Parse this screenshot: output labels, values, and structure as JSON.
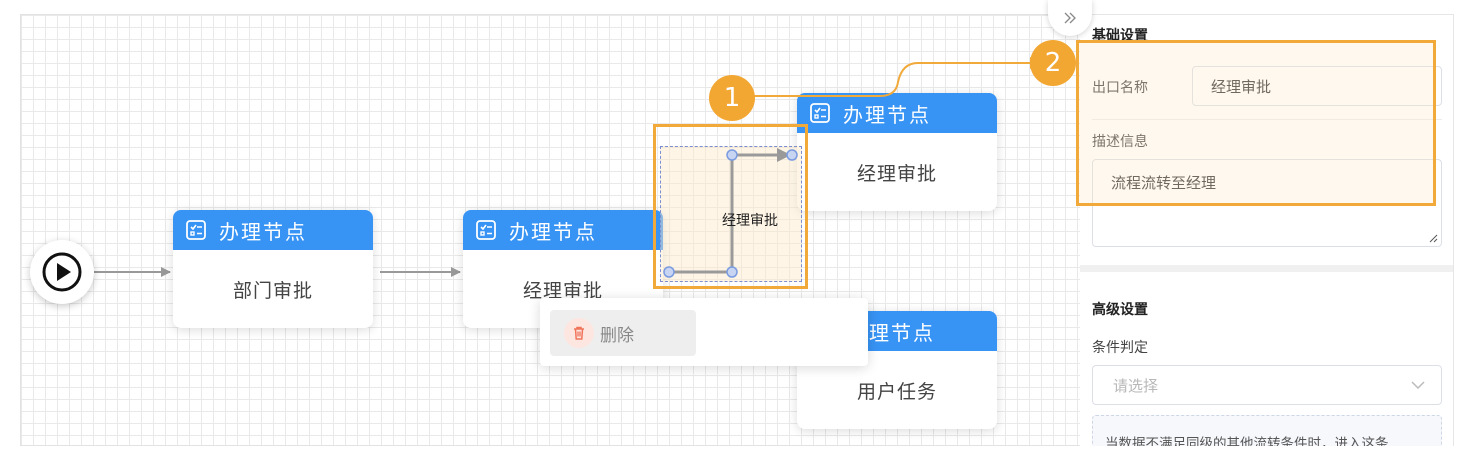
{
  "canvas": {
    "nodes": [
      {
        "id": "dept",
        "header": "办理节点",
        "body": "部门审批"
      },
      {
        "id": "mgr",
        "header": "办理节点",
        "body": "经理审批"
      },
      {
        "id": "mgr2",
        "header": "办理节点",
        "body": "经理审批"
      },
      {
        "id": "user",
        "header": "理节点",
        "body": "用户任务"
      }
    ],
    "edge_label": "经理审批",
    "context_menu": {
      "delete_label": "删除"
    },
    "badges": [
      "1",
      "2"
    ]
  },
  "panel": {
    "collapse_icon": "double-chevron-right-icon",
    "basic": {
      "title": "基础设置",
      "outlet_name_label": "出口名称",
      "outlet_name_value": "经理审批",
      "description_label": "描述信息",
      "description_value": "流程流转至经理"
    },
    "advanced": {
      "title": "高级设置",
      "condition_label": "条件判定",
      "condition_placeholder": "请选择",
      "hint": "当数据不满足同级的其他流转条件时，进入这条"
    }
  },
  "colors": {
    "node_header": "#3793f4",
    "highlight": "#f1a93a",
    "edge": "#999999",
    "handle": "#7b9be0"
  }
}
